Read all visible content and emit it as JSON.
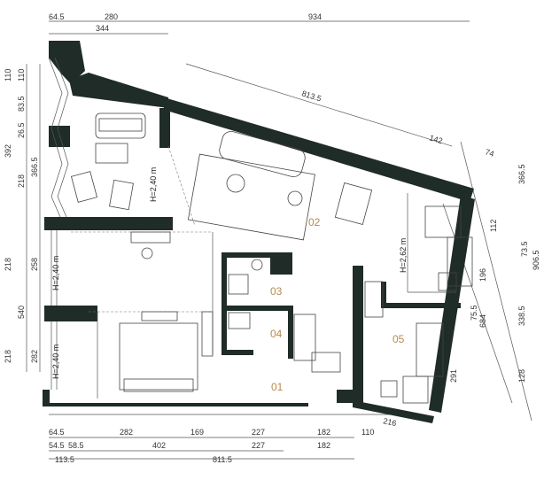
{
  "top_dims": [
    "64.5",
    "280",
    "934",
    "344"
  ],
  "left_dims": [
    "110",
    "110",
    "83.5",
    "26.5",
    "392",
    "366.5",
    "218",
    "218",
    "258",
    "540",
    "218",
    "282"
  ],
  "right_dims": [
    "366.5",
    "112",
    "73.5",
    "906.5",
    "196",
    "75.5",
    "684",
    "338.5",
    "291",
    "128"
  ],
  "interior_dims": [
    "813.5",
    "142",
    "74",
    "216"
  ],
  "bottom_dims": {
    "row1": [
      "64.5",
      "282",
      "169",
      "227",
      "182",
      "110"
    ],
    "row2": [
      "54.5",
      "58.5",
      "402",
      "227",
      "182"
    ],
    "row3": [
      "113.5",
      "811.5"
    ]
  },
  "rooms": [
    "01",
    "02",
    "03",
    "04",
    "05"
  ],
  "heights": [
    "H=2,40 m",
    "H=2,62 m",
    "H=2,40 m",
    "H=2,40 m"
  ],
  "colors": {
    "wall": "#1f2c27",
    "room_label": "#b68a4e"
  }
}
